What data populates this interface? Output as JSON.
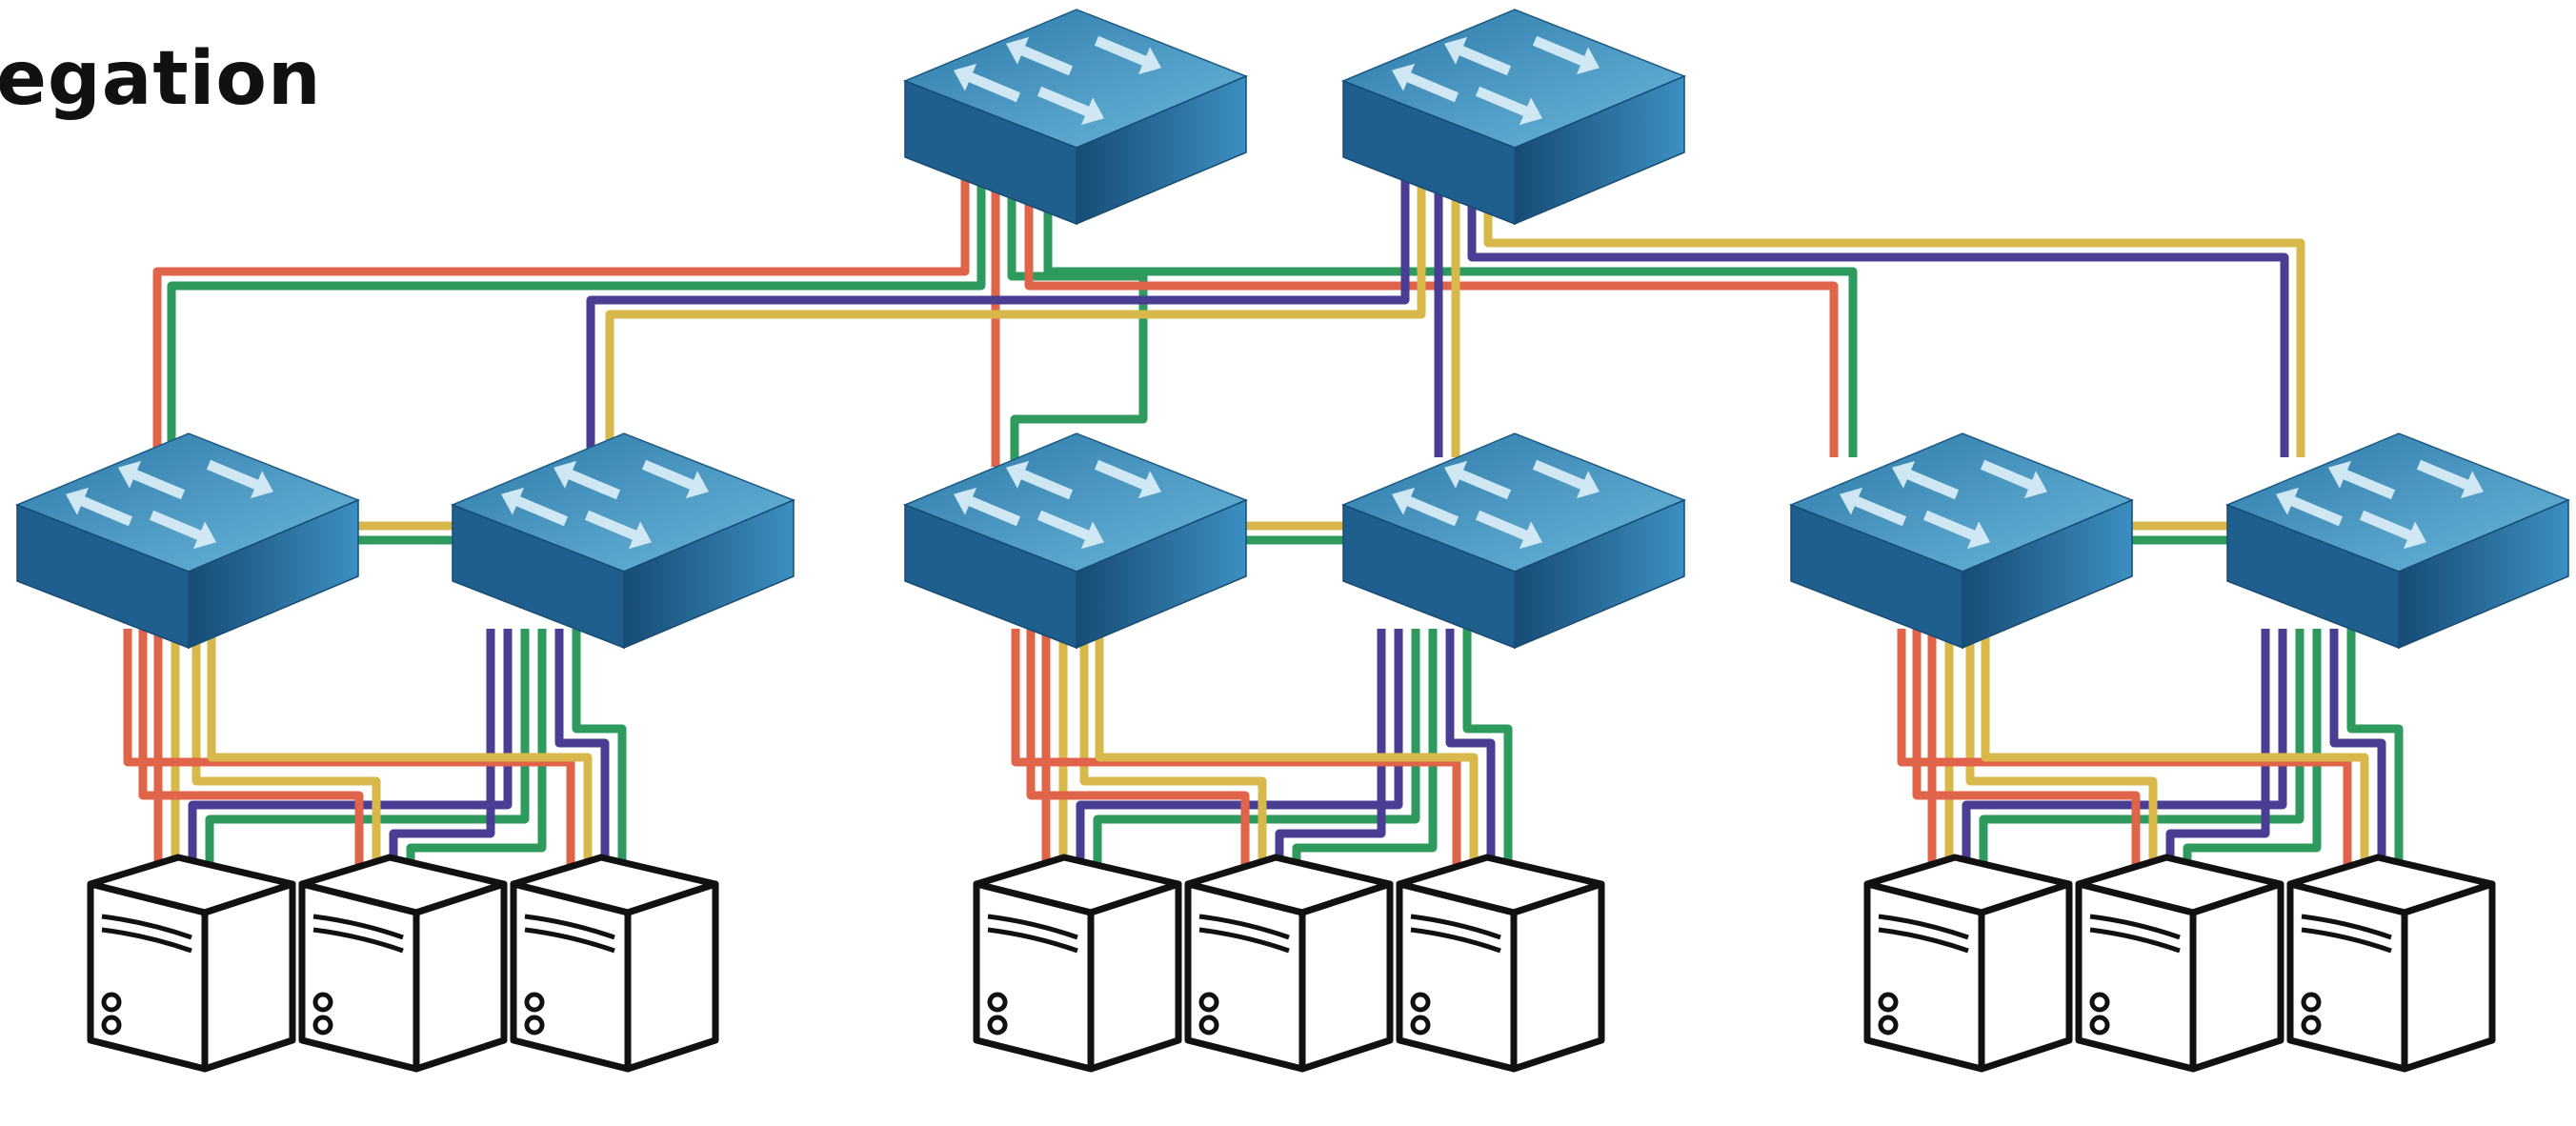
{
  "title": "egation",
  "colors": {
    "red": "#e0644a",
    "green": "#2e9a5e",
    "purple": "#4a3d94",
    "yellow": "#d8b84a",
    "switch_top_light": "#6bb8dc",
    "switch_top_dark": "#2d79a8",
    "switch_front": "#1f5f8e",
    "switch_side": "#174c75",
    "arrow": "#d7ecf6",
    "server_fill": "#ffffff",
    "server_stroke": "#111111"
  },
  "icons": {
    "switch": "network-switch-icon",
    "server": "server-tower-icon"
  },
  "diagram": {
    "core_switches": 2,
    "aggregation_switch_pairs": 3,
    "servers_per_pod": 3,
    "link_colors": [
      "red",
      "green",
      "purple",
      "yellow"
    ]
  }
}
